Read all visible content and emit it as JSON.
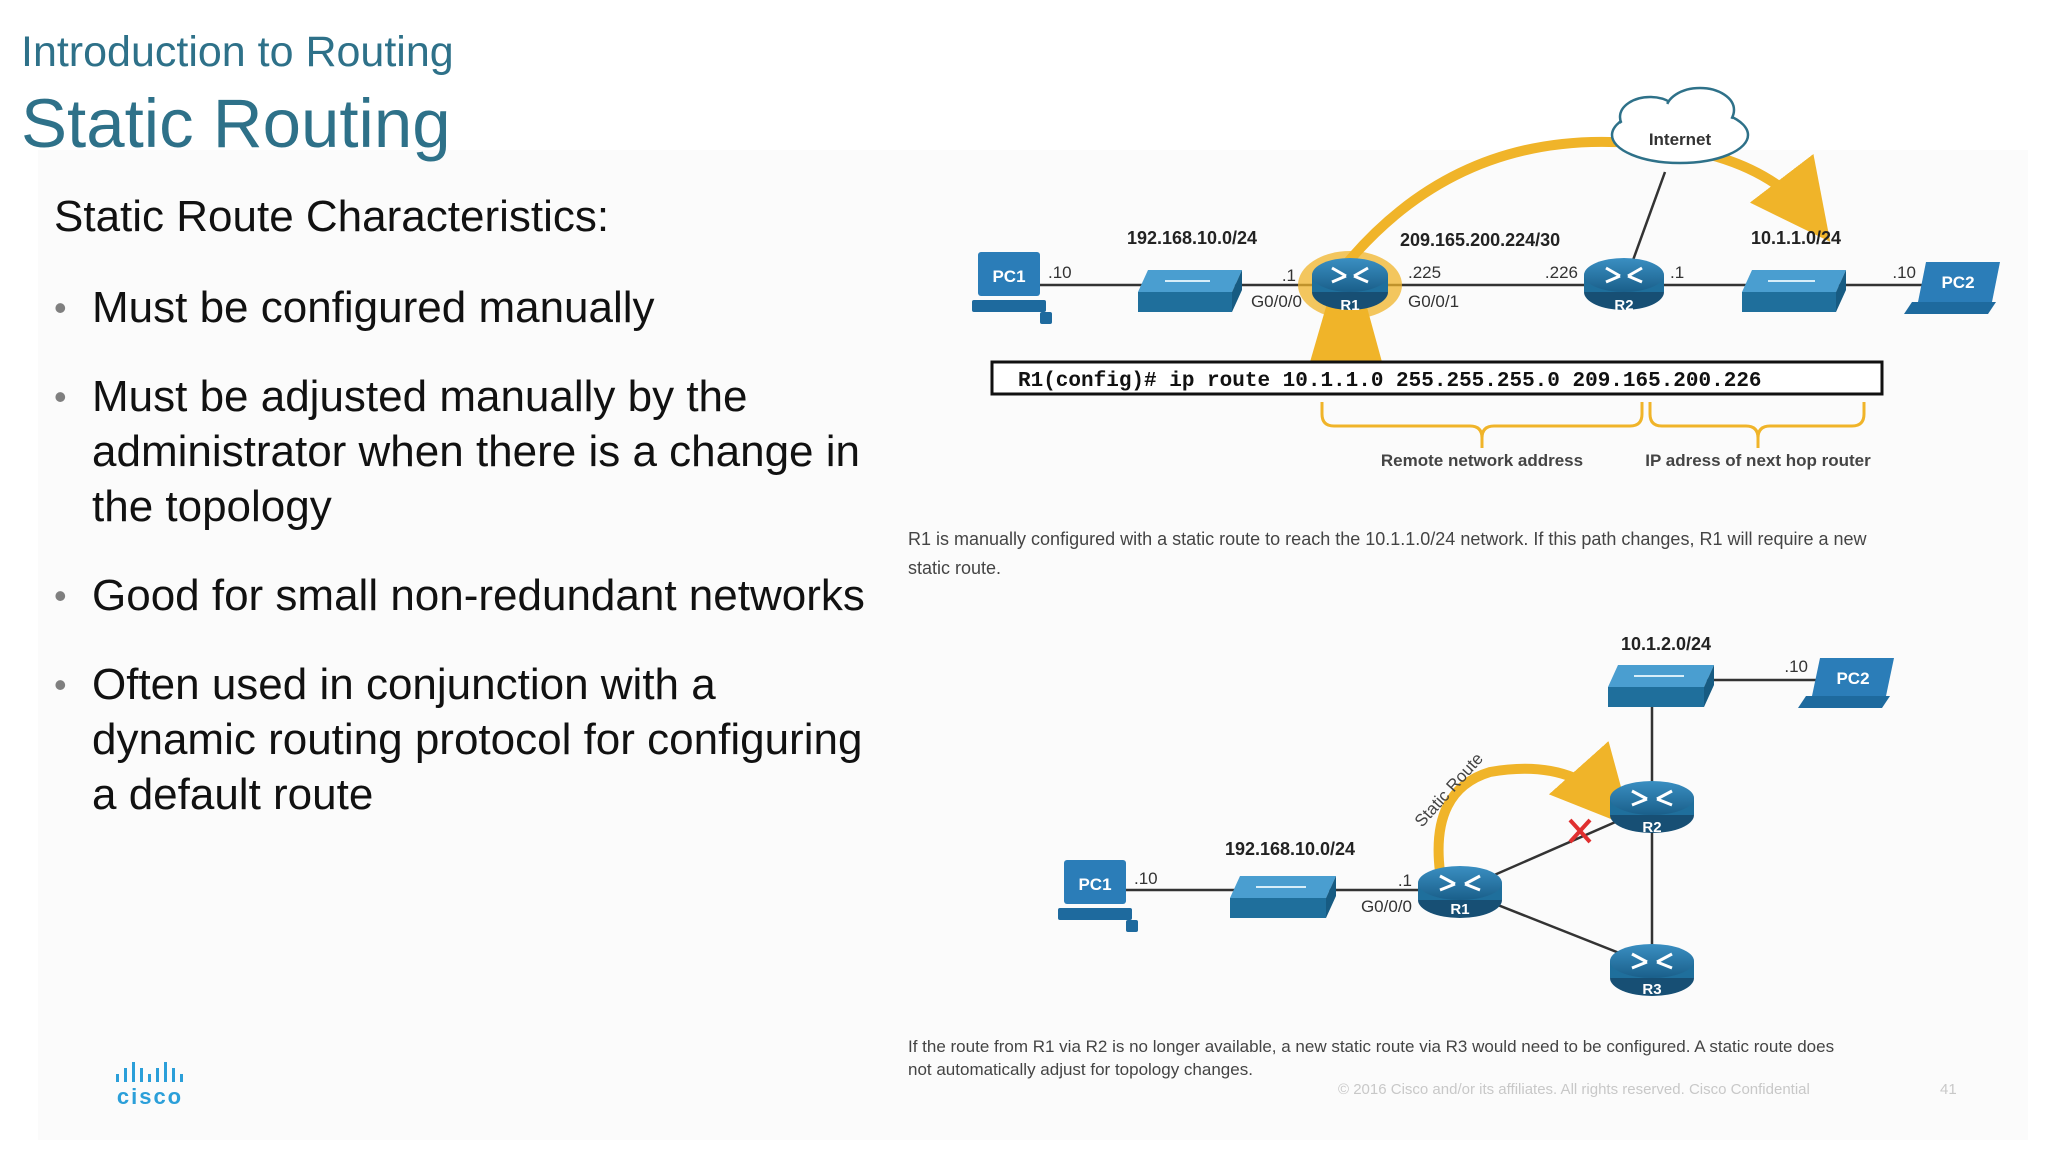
{
  "header": {
    "subtitle": "Introduction to Routing",
    "title": "Static Routing"
  },
  "content": {
    "heading": "Static Route Characteristics:",
    "bullets": [
      "Must be configured manually",
      "Must be adjusted manually by the administrator when there is a change in the topology",
      "Good for small non-redundant networks",
      "Often used in conjunction with a dynamic routing protocol for configuring a default route"
    ]
  },
  "diagram1": {
    "cloud_label": "Internet",
    "net_left": "192.168.10.0/24",
    "net_mid": "209.165.200.224/30",
    "net_right": "10.1.1.0/24",
    "pc1_label": "PC1",
    "pc1_host": ".10",
    "r1_label": "R1",
    "r1_left_host": ".1",
    "r1_left_port": "G0/0/0",
    "r1_right_host": ".225",
    "r1_right_port": "G0/0/1",
    "r2_label": "R2",
    "r2_left_host": ".226",
    "r2_right_host": ".1",
    "pc2_label": "PC2",
    "pc2_host": ".10",
    "command": "R1(config)# ip route 10.1.1.0 255.255.255.0 209.165.200.226",
    "brace1_label": "Remote network address",
    "brace2_label": "IP adress of next hop router",
    "caption_line1": "R1 is manually configured with a static route to reach the 10.1.1.0/24 network. If this path changes, R1 will require a new",
    "caption_line2": "static route."
  },
  "diagram2": {
    "net_top": "10.1.2.0/24",
    "pc2_label": "PC2",
    "pc2_host": ".10",
    "r2_label": "R2",
    "static_route_label": "Static Route",
    "net_left": "192.168.10.0/24",
    "pc1_label": "PC1",
    "pc1_host": ".10",
    "r1_host": ".1",
    "r1_port": "G0/0/0",
    "r1_label": "R1",
    "r3_label": "R3",
    "caption_line1": "If the route from R1 via R2 is no longer available, a new static route via R3 would need to be configured. A static route does",
    "caption_line2": "not automatically adjust for topology changes."
  },
  "footer": {
    "logo": "cisco",
    "copyright": "© 2016  Cisco and/or its affiliates. All rights reserved.   Cisco Confidential",
    "page": "41"
  },
  "colors": {
    "title": "#2e7189",
    "device": "#1f6f9c",
    "route_arrow": "#f0b429",
    "fail_mark": "#e03030"
  }
}
